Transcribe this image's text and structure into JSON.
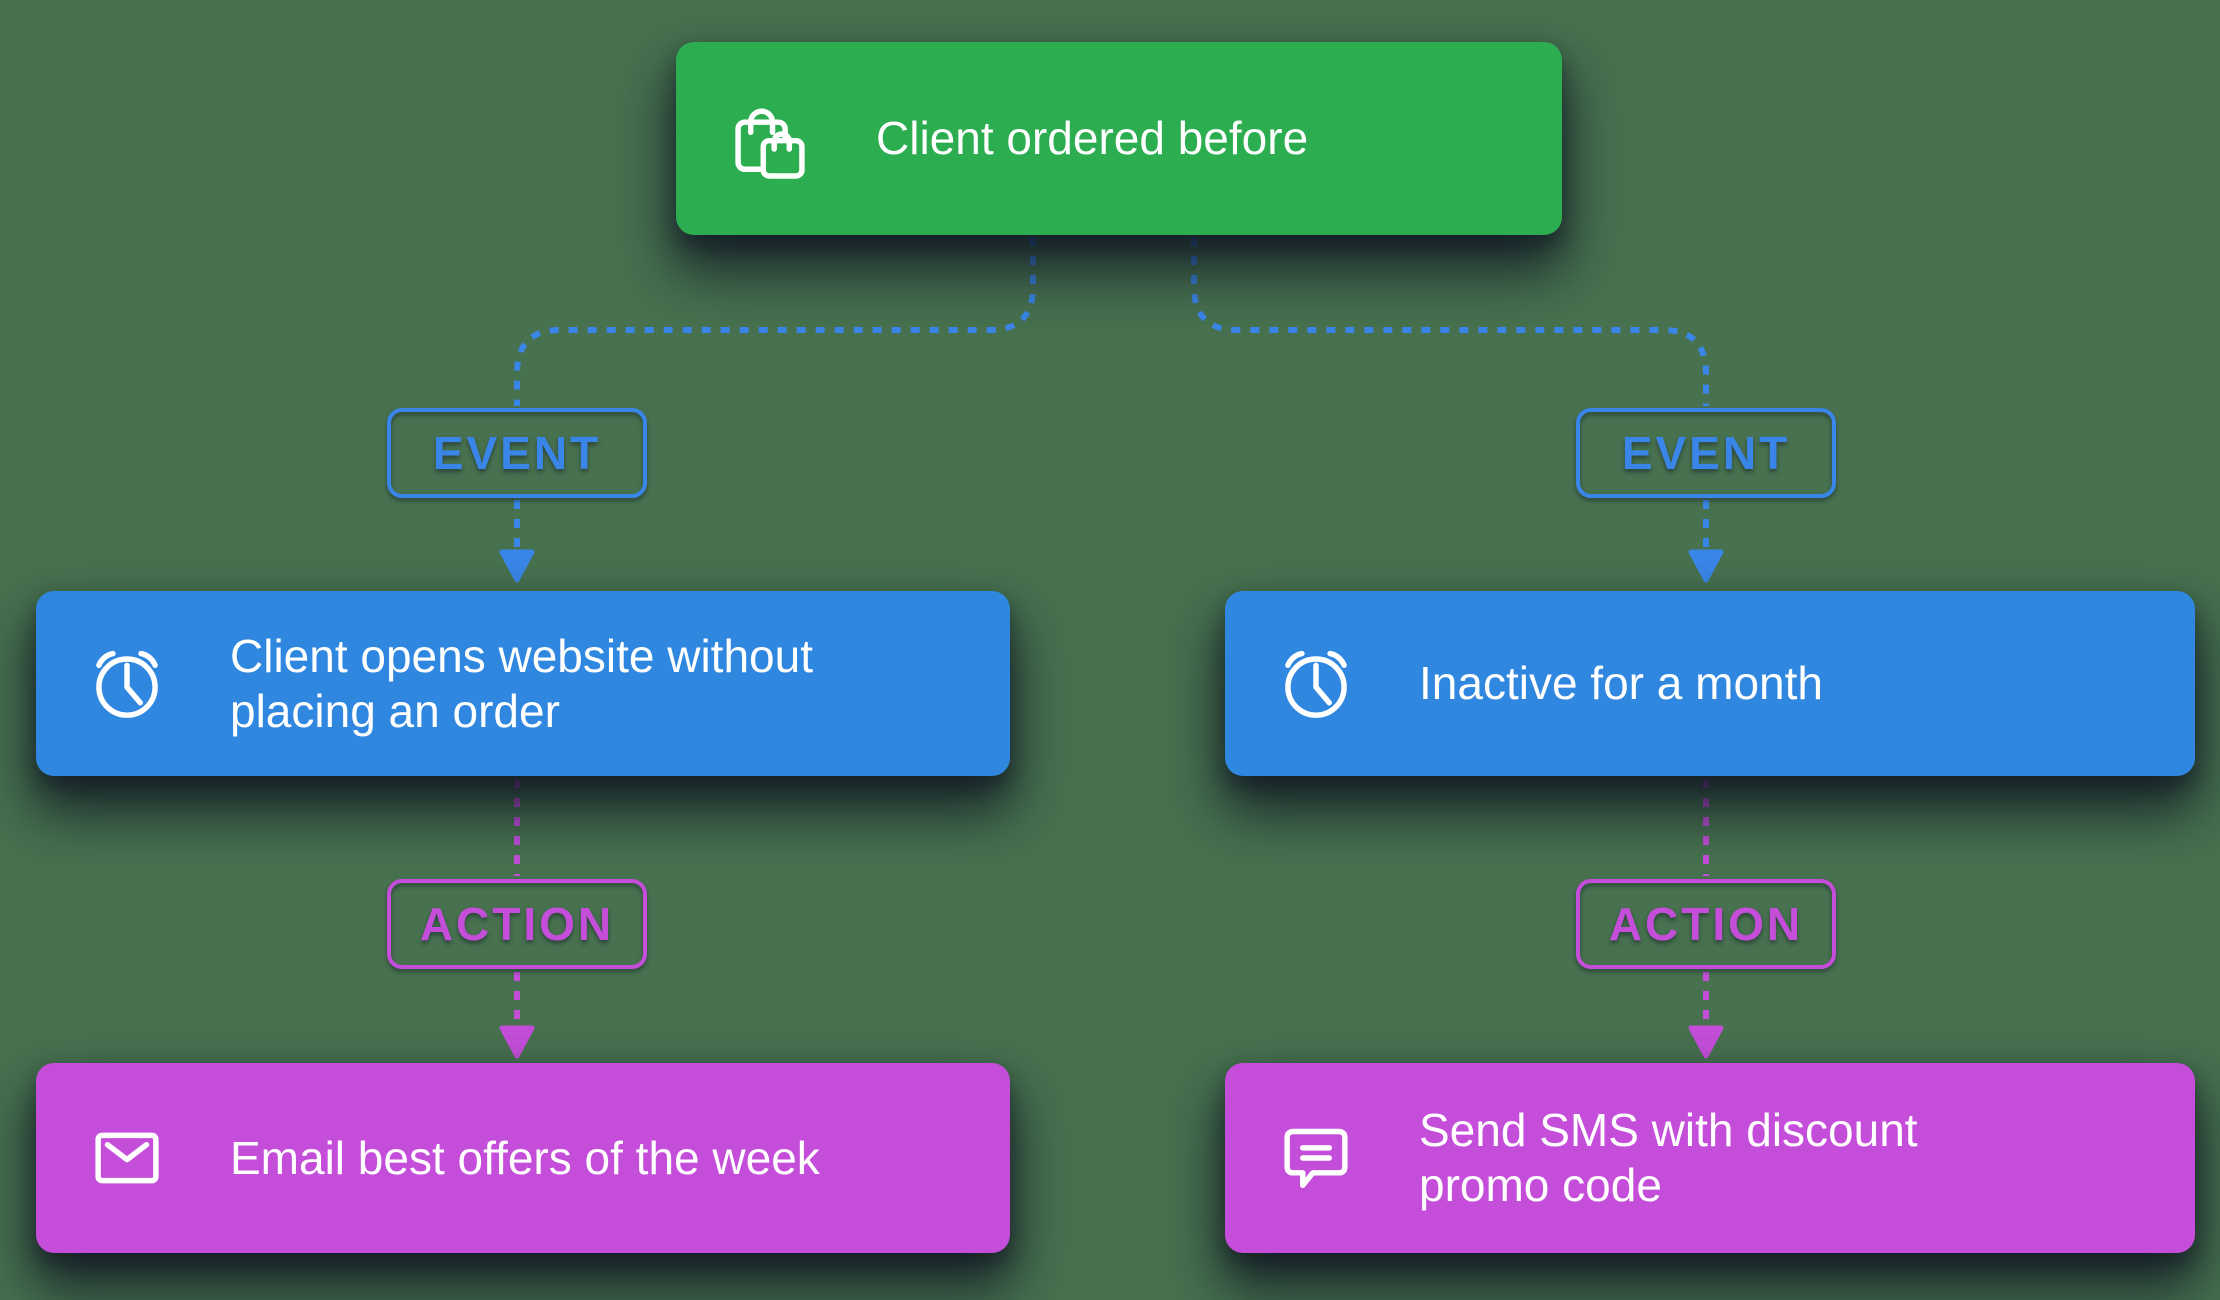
{
  "colors": {
    "bg": "#47714F",
    "green": "#2CAD50",
    "blue": "#2F87E0",
    "magenta": "#C44EDA",
    "accent_blue": "#3A86E8",
    "accent_magenta": "#C44EDA",
    "text_white": "#FFFFFF"
  },
  "trigger": {
    "label": "Client ordered before",
    "icon": "shopping-bags-icon"
  },
  "tags": {
    "event": "EVENT",
    "action": "ACTION"
  },
  "branches": [
    {
      "event": {
        "label": "Client opens website without\nplacing an order",
        "icon": "alarm-clock-icon"
      },
      "action": {
        "label": "Email best offers of the week",
        "icon": "envelope-icon"
      }
    },
    {
      "event": {
        "label": "Inactive for a month",
        "icon": "alarm-clock-icon"
      },
      "action": {
        "label": "Send SMS with discount\npromo code",
        "icon": "sms-chat-icon"
      }
    }
  ]
}
